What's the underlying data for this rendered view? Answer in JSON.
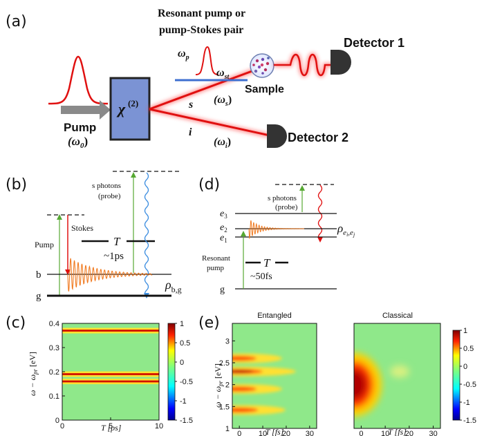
{
  "panels": {
    "a": {
      "label": "(a)",
      "title_line1": "Resonant pump or",
      "title_line2": "pump-Stokes pair",
      "omega_p": "ω",
      "omega_p_sub": "p",
      "omega_st": "ω",
      "omega_st_sub": "st",
      "detector1": "Detector 1",
      "detector2": "Detector 2",
      "sample": "Sample",
      "pump": "Pump",
      "pump_freq": "(ω",
      "pump_freq_sub": "0",
      "chi": "χ",
      "chi_sup": "(2)",
      "s": "s",
      "s_freq": "(ω",
      "s_freq_sub": "s",
      "i": "i",
      "i_freq": "(ω",
      "i_freq_sub": "i",
      "close_paren": ")"
    },
    "b": {
      "label": "(b)",
      "s_photons": "s photons",
      "probe": "(probe)",
      "stokes": "Stokes",
      "pump": "Pump",
      "T": "T",
      "T_value": "~1ps",
      "level_b": "b",
      "level_g": "g",
      "rho": "ρ",
      "rho_sub": "b,g"
    },
    "d": {
      "label": "(d)",
      "s_photons": "s photons",
      "probe": "(probe)",
      "e3": "e",
      "e3_sub": "3",
      "e2": "e",
      "e2_sub": "2",
      "e1": "e",
      "e1_sub": "1",
      "resonant1": "Resonant",
      "resonant2": "pump",
      "T": "T",
      "T_value": "~50fs",
      "level_g": "g",
      "rho": "ρ",
      "rho_sub": "e",
      "rho_sub2": "i",
      "rho_sub3": ",e",
      "rho_sub4": "j"
    },
    "c": {
      "label": "(c)",
      "xlabel": "T [ps]",
      "ylabel": "ω − ω",
      "ylabel_sub": "pr",
      "ylabel_unit": " [eV]"
    },
    "e": {
      "label": "(e)",
      "title_entangled": "Entangled",
      "title_classical": "Classical",
      "xlabel": "T [fs]",
      "ylabel": "ω − ω",
      "ylabel_sub": "pr",
      "ylabel_unit": " [eV]"
    }
  },
  "colors": {
    "red": "#e01010",
    "blue_crystal": "#7b93d4",
    "orange": "#f07a20",
    "green": "#56a832",
    "blue_wave": "#3d8ee0",
    "map_bg": "#8fe88a"
  },
  "chart_data": [
    {
      "id": "c",
      "type": "heatmap",
      "xlabel": "T [ps]",
      "ylabel": "ω − ω_pr [eV]",
      "xlim": [
        0,
        10
      ],
      "ylim": [
        0,
        0.4
      ],
      "xticks": [
        "0",
        "5",
        "10"
      ],
      "yticks": [
        "0",
        "0.1",
        "0.2",
        "0.3",
        "0.4"
      ],
      "colorbar_ticks": [
        "1",
        "0.5",
        "0",
        "-0.5",
        "-1",
        "-1.5"
      ],
      "colorbar_range": [
        -1.5,
        1
      ],
      "bands_eV": [
        0.16,
        0.19,
        0.37
      ]
    },
    {
      "id": "e-entangled",
      "type": "heatmap",
      "title": "Entangled",
      "xlabel": "T [fs]",
      "ylabel": "ω − ω_pr [eV]",
      "xlim": [
        -3,
        33
      ],
      "ylim": [
        1,
        3.4
      ],
      "xticks": [
        "0",
        "10",
        "20",
        "30"
      ],
      "yticks": [
        "1",
        "1.5",
        "2",
        "2.5",
        "3"
      ],
      "bands_eV": [
        1.42,
        1.9,
        2.3,
        2.6
      ]
    },
    {
      "id": "e-classical",
      "type": "heatmap",
      "title": "Classical",
      "xlabel": "T [fs]",
      "xlim": [
        -3,
        33
      ],
      "ylim": [
        1,
        3.4
      ],
      "xticks": [
        "0",
        "10",
        "20",
        "30"
      ],
      "colorbar_ticks": [
        "1",
        "0.5",
        "0",
        "-0.5",
        "-1",
        "-1.5"
      ],
      "colorbar_range": [
        -1.5,
        1
      ],
      "peak_eV": 2.0
    }
  ]
}
